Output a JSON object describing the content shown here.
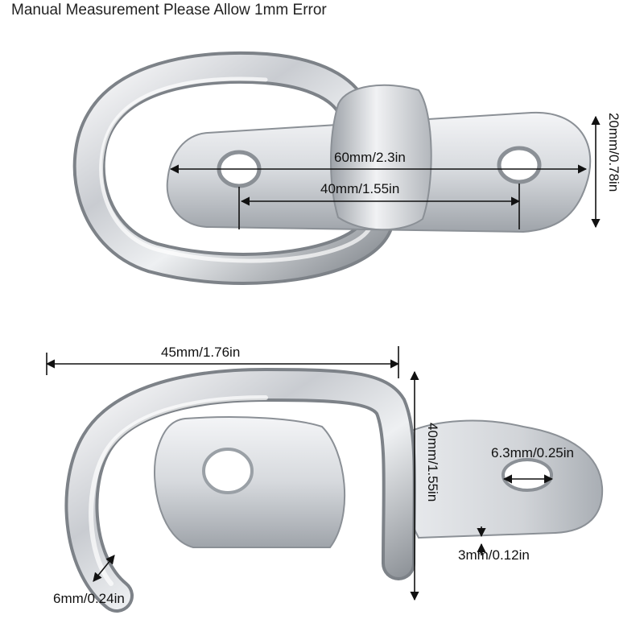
{
  "header": {
    "title": "Manual Measurement Please Allow 1mm Error"
  },
  "top_view": {
    "hole_span_label": "60mm/2.3in",
    "hole_center_label": "40mm/1.55in",
    "plate_height_label": "20mm/0.78in"
  },
  "bottom_view": {
    "overall_length_label": "45mm/1.76in",
    "overall_height_label": "40mm/1.55in",
    "hole_diameter_label": "6.3mm/0.25in",
    "plate_thickness_label": "3mm/0.12in",
    "ring_diameter_label": "6mm/0.24in"
  },
  "colors": {
    "metal_light": "#f2f3f5",
    "metal_mid": "#c7cacf",
    "metal_dark": "#7d8288",
    "dimension_line": "#111111"
  }
}
